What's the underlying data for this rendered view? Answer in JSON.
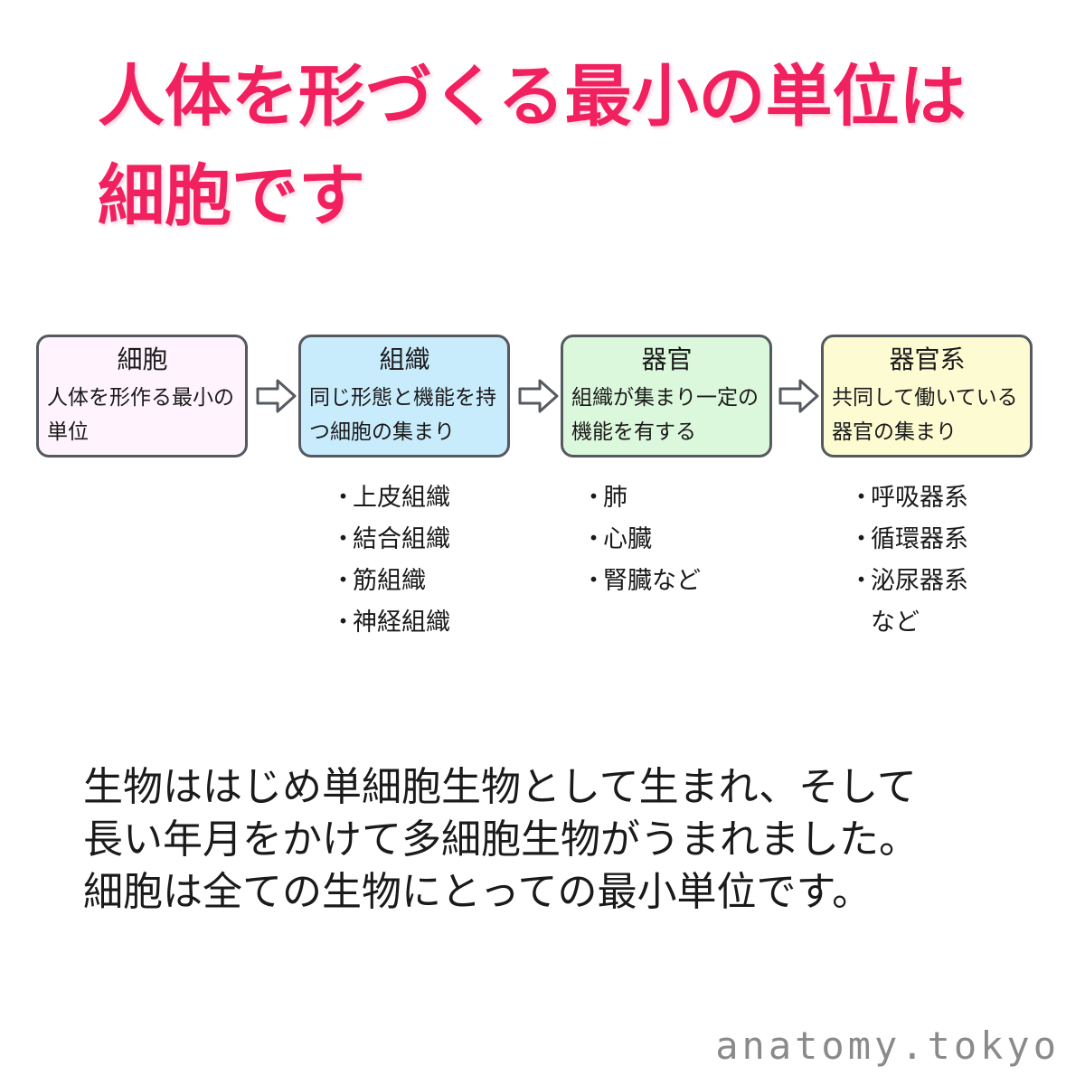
{
  "title": {
    "line1": "人体を形づくる最小の単位は",
    "line2": "細胞です"
  },
  "colors": {
    "title": "#f0215e",
    "box_border": "#555a60",
    "box_cell_fill": "#fff3fd",
    "box_tissue_fill": "#c9ecfd",
    "box_organ_fill": "#dcf8dc",
    "box_system_fill": "#fdfbd2"
  },
  "diagram": {
    "boxes": [
      {
        "title": "細胞",
        "desc": "人体を形作る最小の単位"
      },
      {
        "title": "組織",
        "desc": "同じ形態と機能を持つ細胞の集まり"
      },
      {
        "title": "器官",
        "desc": "組織が集まり一定の機能を有する"
      },
      {
        "title": "器官系",
        "desc": "共同して働いている器官の集まり"
      }
    ],
    "arrow_icon": "right-arrow-icon",
    "lists": {
      "tissue": [
        "上皮組織",
        "結合組織",
        "筋組織",
        "神経組織"
      ],
      "organ": [
        "肺",
        "心臓",
        "腎臓など"
      ],
      "system": [
        "呼吸器系",
        "循環器系",
        "泌尿器系"
      ],
      "system_tail": "など"
    },
    "bullet": "・"
  },
  "body": {
    "lines": [
      "生物ははじめ単細胞生物として生まれ、そして",
      "長い年月をかけて多細胞生物がうまれました。",
      "細胞は全ての生物にとっての最小単位です。"
    ]
  },
  "footer": "anatomy.tokyo"
}
